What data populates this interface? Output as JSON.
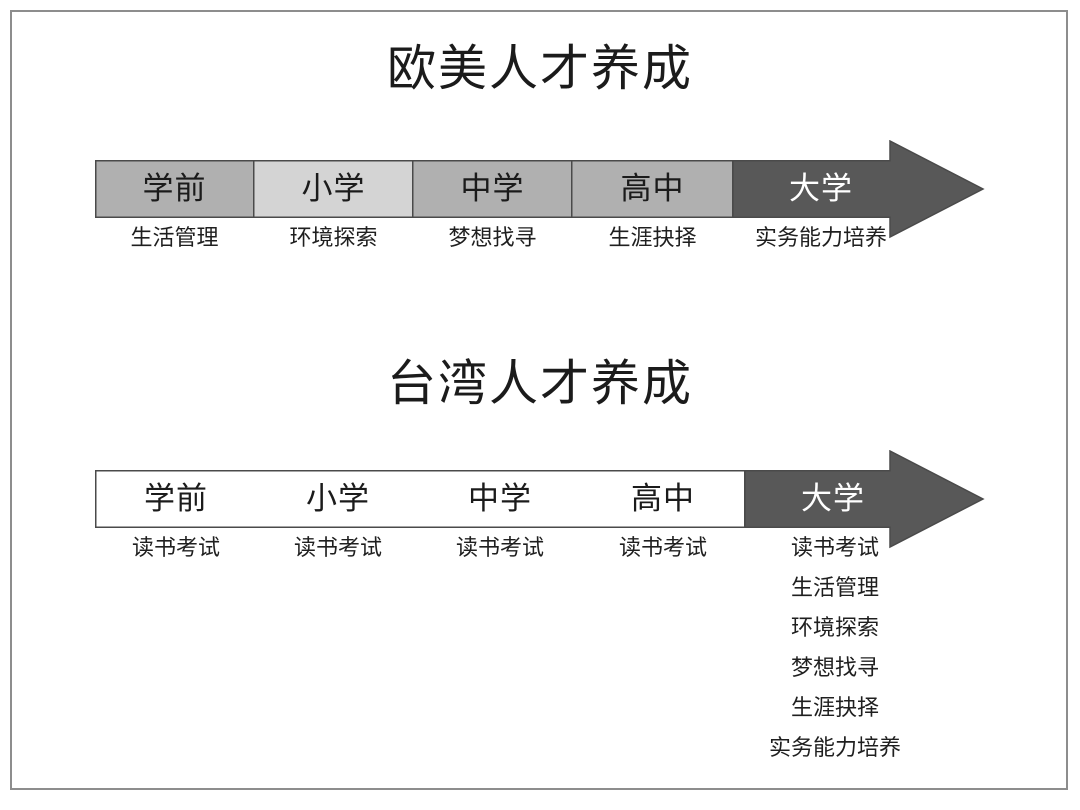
{
  "page": {
    "background_color": "#ffffff",
    "border_color": "#8d8d8d"
  },
  "palette": {
    "segment_gray_medium": "#b0b0b0",
    "segment_gray_light": "#d4d4d4",
    "segment_gray_dark": "#585858",
    "segment_white": "#ffffff",
    "outline": "#4a4a4a",
    "text_dark": "#1b1b1b",
    "text_light": "#ffffff"
  },
  "sections": [
    {
      "id": "western",
      "title": "欧美人才养成",
      "stages": [
        {
          "label": "学前",
          "fill": "#b0b0b0",
          "text_color": "#1b1b1b",
          "sub_labels": [
            "生活管理"
          ]
        },
        {
          "label": "小学",
          "fill": "#d4d4d4",
          "text_color": "#1b1b1b",
          "sub_labels": [
            "环境探索"
          ]
        },
        {
          "label": "中学",
          "fill": "#b0b0b0",
          "text_color": "#1b1b1b",
          "sub_labels": [
            "梦想找寻"
          ]
        },
        {
          "label": "高中",
          "fill": "#b0b0b0",
          "text_color": "#1b1b1b",
          "sub_labels": [
            "生涯抉择"
          ]
        },
        {
          "label": "大学",
          "fill": "#585858",
          "text_color": "#ffffff",
          "sub_labels": [
            "实务能力培养"
          ]
        }
      ]
    },
    {
      "id": "taiwan",
      "title": "台湾人才养成",
      "stages": [
        {
          "label": "学前",
          "fill": "#ffffff",
          "text_color": "#1b1b1b",
          "sub_labels": [
            "读书考试"
          ]
        },
        {
          "label": "小学",
          "fill": "#ffffff",
          "text_color": "#1b1b1b",
          "sub_labels": [
            "读书考试"
          ]
        },
        {
          "label": "中学",
          "fill": "#ffffff",
          "text_color": "#1b1b1b",
          "sub_labels": [
            "读书考试"
          ]
        },
        {
          "label": "高中",
          "fill": "#ffffff",
          "text_color": "#1b1b1b",
          "sub_labels": [
            "读书考试"
          ]
        },
        {
          "label": "大学",
          "fill": "#585858",
          "text_color": "#ffffff",
          "sub_labels": [
            "读书考试",
            "生活管理",
            "环境探索",
            "梦想找寻",
            "生涯抉择",
            "实务能力培养"
          ]
        }
      ]
    }
  ]
}
